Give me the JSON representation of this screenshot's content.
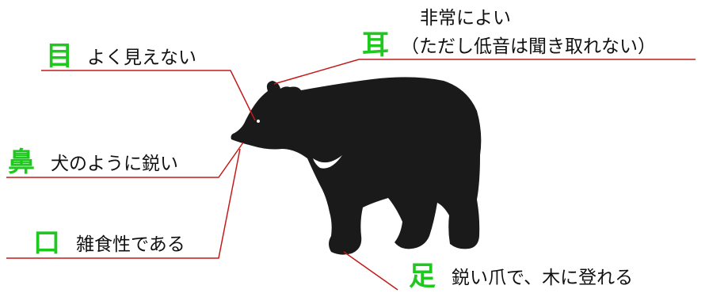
{
  "colors": {
    "accent_green": "#1fc81f",
    "leader_red": "#c41a1a",
    "bear": "#1a1a1a",
    "background": "#ffffff"
  },
  "labels": {
    "eye": {
      "kanji": "目",
      "text": "よく見えない"
    },
    "ear": {
      "kanji": "耳",
      "line1": "非常によい",
      "line2": "（ただし低音は聞き取れない）"
    },
    "nose": {
      "kanji": "鼻",
      "text": "犬のように鋭い"
    },
    "mouth": {
      "kanji": "口",
      "text": "雑食性である"
    },
    "foot": {
      "kanji": "足",
      "text": "鋭い爪で、木に登れる"
    }
  }
}
